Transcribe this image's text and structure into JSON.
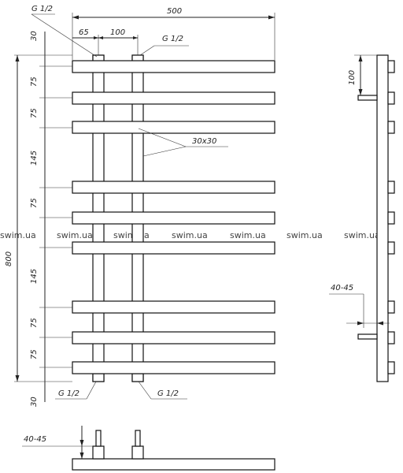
{
  "dimensions": {
    "overall_width": "500",
    "pipe_offset": "65",
    "pipe_spacing": "100",
    "overall_height": "800",
    "top_margin": "30",
    "bottom_margin": "30",
    "rail_gap_75": "75",
    "rail_gap_145": "145",
    "side_offset_100": "100",
    "side_depth": "40-45",
    "bottom_depth": "40-45",
    "profile": "30x30"
  },
  "connections": {
    "top_left": "G 1/2",
    "top_right": "G 1/2",
    "bottom_left": "G 1/2",
    "bottom_right": "G 1/2"
  },
  "watermark": "swim.ua"
}
